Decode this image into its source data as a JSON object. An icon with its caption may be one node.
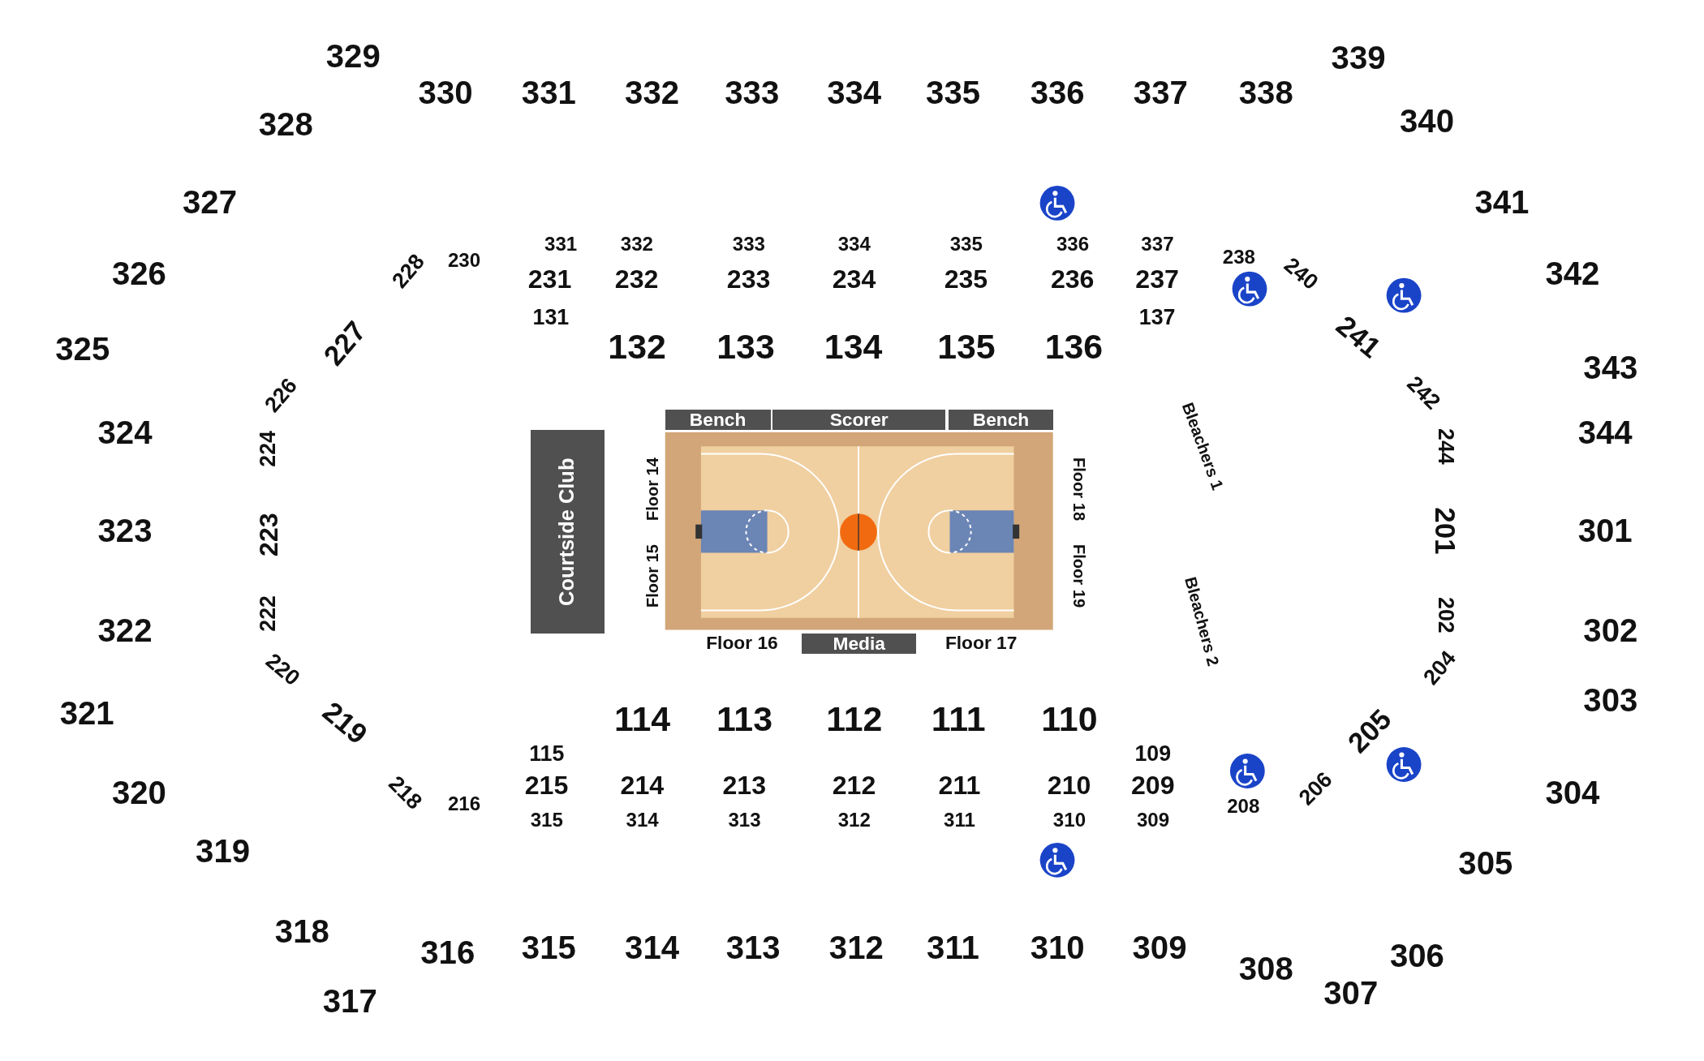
{
  "diagram": {
    "nodes": [
      {
        "text": [
          "Bench"
        ]
      },
      {
        "text": [
          "Scorer"
        ]
      },
      {
        "text": [
          "Bench"
        ]
      },
      {
        "text": [
          "Courtside Club"
        ]
      },
      {
        "text": [
          "Media"
        ]
      }
    ],
    "labels": [
      "329",
      "330",
      "331",
      "332",
      "333",
      "334",
      "335",
      "336",
      "337",
      "338",
      "339",
      "328",
      "340",
      "327",
      "341",
      "326",
      "342",
      "325",
      "343",
      "324",
      "344",
      "323",
      "301",
      "322",
      "302",
      "321",
      "303",
      "320",
      "304",
      "319",
      "305",
      "318",
      "306",
      "317",
      "307",
      "316",
      "315",
      "314",
      "313",
      "312",
      "311",
      "310",
      "309",
      "308",
      "331",
      "332",
      "333",
      "334",
      "335",
      "336",
      "337",
      "230",
      "228",
      "231",
      "232",
      "233",
      "234",
      "235",
      "236",
      "237",
      "238",
      "240",
      "131",
      "137",
      "227",
      "241",
      "132",
      "133",
      "134",
      "135",
      "136",
      "226",
      "242",
      "224",
      "244",
      "223",
      "201",
      "222",
      "202",
      "220",
      "204",
      "219",
      "205",
      "114",
      "113",
      "112",
      "111",
      "110",
      "115",
      "109",
      "215",
      "214",
      "213",
      "212",
      "211",
      "210",
      "209",
      "218",
      "216",
      "208",
      "206",
      "315",
      "314",
      "313",
      "312",
      "311",
      "310",
      "309",
      "Bleachers 1",
      "Bleachers 2",
      "Floor 14",
      "Floor 15",
      "Floor 18",
      "Floor 19",
      "Floor 16",
      "Floor 17"
    ]
  }
}
